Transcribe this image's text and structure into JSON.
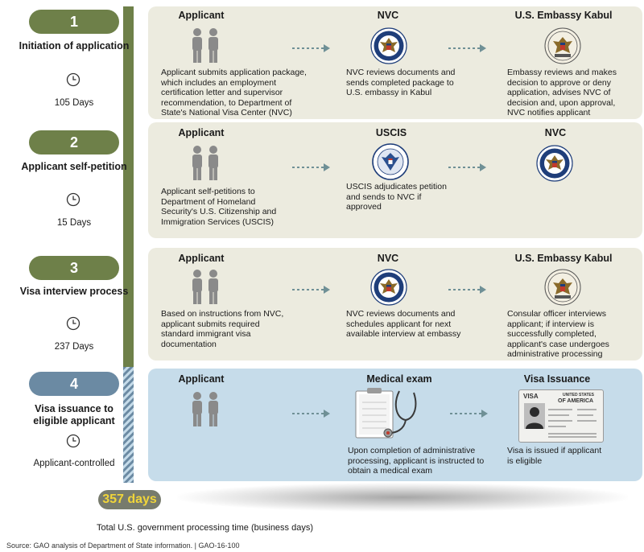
{
  "steps": [
    {
      "number": "1",
      "title": "Initiation of application",
      "duration": "105 Days"
    },
    {
      "number": "2",
      "title": "Applicant self-petition",
      "duration": "15 Days"
    },
    {
      "number": "3",
      "title": "Visa interview process",
      "duration": "237 Days"
    },
    {
      "number": "4",
      "title": "Visa issuance to eligible applicant",
      "duration": "Applicant-controlled"
    }
  ],
  "rows": [
    {
      "cols": [
        {
          "heading": "Applicant",
          "icon": "applicant-people-icon",
          "text": "Applicant submits application package, which includes an employment certification letter and supervisor recommendation, to Department of State's National Visa Center (NVC)"
        },
        {
          "heading": "NVC",
          "icon": "department-of-state-seal",
          "text": "NVC reviews documents and sends completed package to U.S. embassy in Kabul"
        },
        {
          "heading": "U.S. Embassy Kabul",
          "icon": "embassy-seal",
          "text": "Embassy reviews and makes decision to approve or deny application, advises NVC of decision and, upon approval, NVC notifies applicant"
        }
      ]
    },
    {
      "cols": [
        {
          "heading": "Applicant",
          "icon": "applicant-people-icon",
          "text": "Applicant self-petitions to Department of Homeland Security's U.S. Citizenship and Immigration Services (USCIS)"
        },
        {
          "heading": "USCIS",
          "icon": "homeland-security-seal",
          "text": "USCIS adjudicates petition and sends to NVC if approved"
        },
        {
          "heading": "NVC",
          "icon": "department-of-state-seal",
          "text": ""
        }
      ]
    },
    {
      "cols": [
        {
          "heading": "Applicant",
          "icon": "applicant-people-icon",
          "text": "Based on instructions from NVC, applicant submits required standard immigrant visa documentation"
        },
        {
          "heading": "NVC",
          "icon": "department-of-state-seal",
          "text": "NVC reviews documents and schedules applicant for next available interview at embassy"
        },
        {
          "heading": "U.S. Embassy Kabul",
          "icon": "embassy-seal",
          "text": "Consular officer interviews applicant; if interview is successfully completed, applicant's case undergoes administrative processing"
        }
      ]
    },
    {
      "cols": [
        {
          "heading": "Applicant",
          "icon": "applicant-people-icon",
          "text": ""
        },
        {
          "heading": "Medical exam",
          "icon": "clipboard-stethoscope-icon",
          "text": "Upon completion of administrative processing, applicant is instructed to obtain a medical exam"
        },
        {
          "heading": "Visa Issuance",
          "icon": "visa-card-icon",
          "text": "Visa is issued if applicant is eligible"
        }
      ]
    }
  ],
  "visa_card": {
    "visa": "VISA",
    "country_line1": "UNITED STATES",
    "country_line2": "OF AMERICA"
  },
  "total": {
    "value": "357 days",
    "label": "Total U.S. government processing time (business days)"
  },
  "source": "Source: GAO analysis of Department of State information.  |  GAO-16-100",
  "colors": {
    "green": "#6e8049",
    "blue": "#6b8aa3",
    "beige_panel": "#ecebdf",
    "blue_panel": "#c6dcea",
    "total_text": "#f0d53a"
  }
}
